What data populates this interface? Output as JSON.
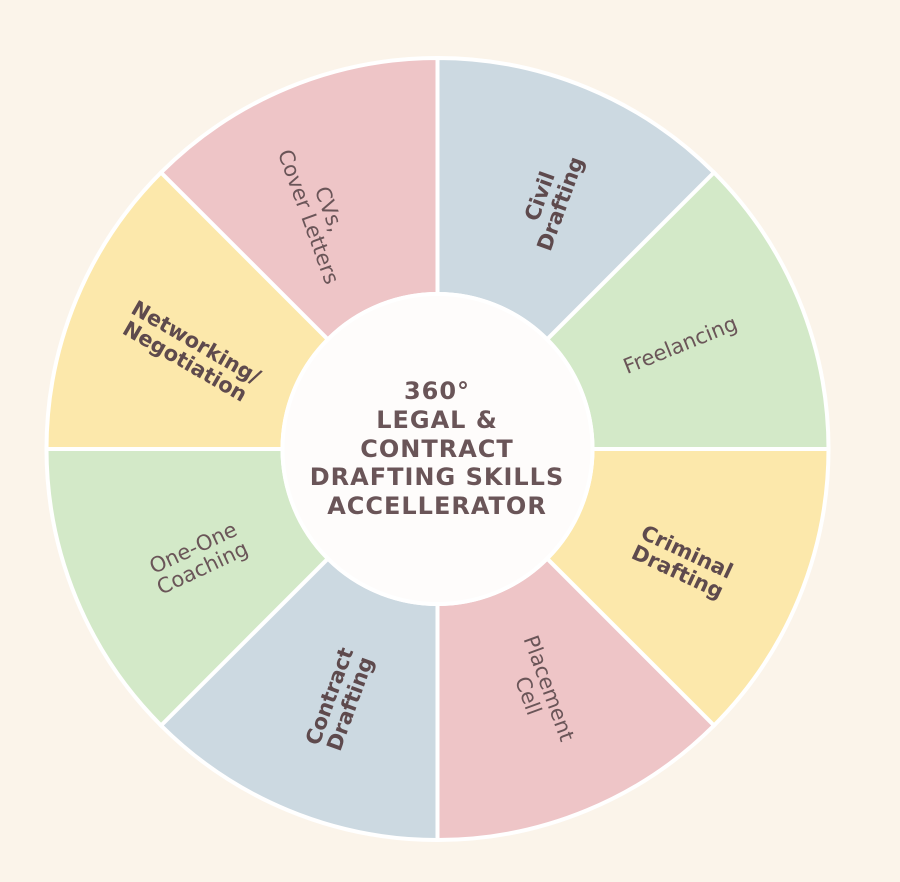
{
  "center_title": [
    "360°",
    "LEGAL &",
    "CONTRACT",
    "DRAFTING SKILLS",
    "ACCELLERATOR"
  ],
  "segments": [
    {
      "label": [
        "Civil",
        "Drafting"
      ],
      "color": "#ccd9e1",
      "weight": "bold"
    },
    {
      "label": [
        "Freelancing"
      ],
      "color": "#d3e9c8",
      "weight": "light"
    },
    {
      "label": [
        "Criminal",
        "Drafting"
      ],
      "color": "#fce8ab",
      "weight": "bold"
    },
    {
      "label": [
        "Placement",
        "Cell"
      ],
      "color": "#eec5c7",
      "weight": "light"
    },
    {
      "label": [
        "Contract",
        "Drafting"
      ],
      "color": "#ccd9e1",
      "weight": "bold"
    },
    {
      "label": [
        "One-One",
        "Coaching"
      ],
      "color": "#d3e9c8",
      "weight": "light"
    },
    {
      "label": [
        "Networking/",
        "Negotiation"
      ],
      "color": "#fce8ab",
      "weight": "bold"
    },
    {
      "label": [
        "CVs,",
        "Cover Letters"
      ],
      "color": "#eec5c7",
      "weight": "light"
    }
  ],
  "colors": {
    "background": "#fbf4ea",
    "text": "#6a5558",
    "hub": "#fefcfb",
    "divider": "#ffffff"
  }
}
